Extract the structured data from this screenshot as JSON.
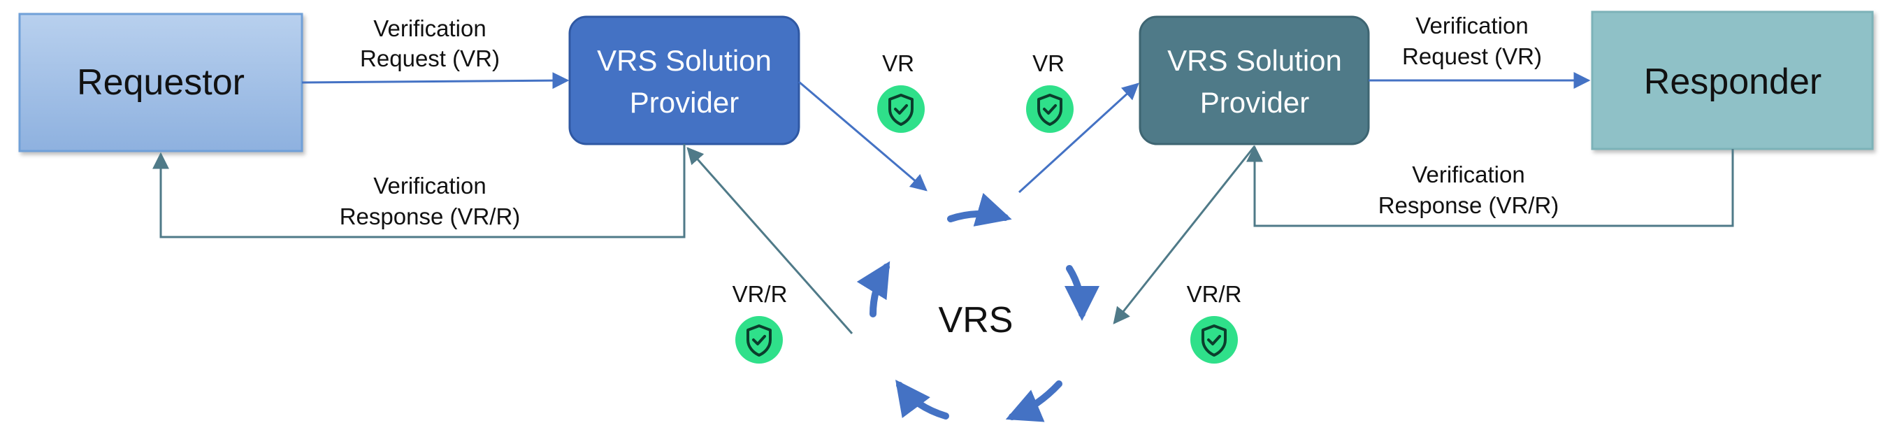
{
  "nodes": {
    "requestor": {
      "label": "Requestor"
    },
    "provider_left": {
      "line1": "VRS Solution",
      "line2": "Provider"
    },
    "provider_right": {
      "line1": "VRS Solution",
      "line2": "Provider"
    },
    "responder": {
      "label": "Responder"
    },
    "vrs_center": {
      "label": "VRS"
    }
  },
  "edge_labels": {
    "left_request": {
      "line1": "Verification",
      "line2": "Request (VR)"
    },
    "left_response": {
      "line1": "Verification",
      "line2": "Response (VR/R)"
    },
    "right_request": {
      "line1": "Verification",
      "line2": "Request (VR)"
    },
    "right_response": {
      "line1": "Verification",
      "line2": "Response (VR/R)"
    }
  },
  "badges": {
    "vr_left": "VR",
    "vr_right": "VR",
    "vrr_left": "VR/R",
    "vrr_right": "VR/R"
  },
  "colors": {
    "requestor_fill_top": "#b8d0ee",
    "requestor_fill_bottom": "#8eb1df",
    "provider_left_fill": "#4472c4",
    "provider_right_fill": "#4f7a88",
    "responder_fill": "#8fc1c7",
    "blue_arrow": "#4472c4",
    "teal_arrow": "#4f7a88",
    "shield_green": "#2fe08a",
    "shield_dark": "#0b3d2c"
  },
  "icons": {
    "shield": "shield-check-icon"
  }
}
